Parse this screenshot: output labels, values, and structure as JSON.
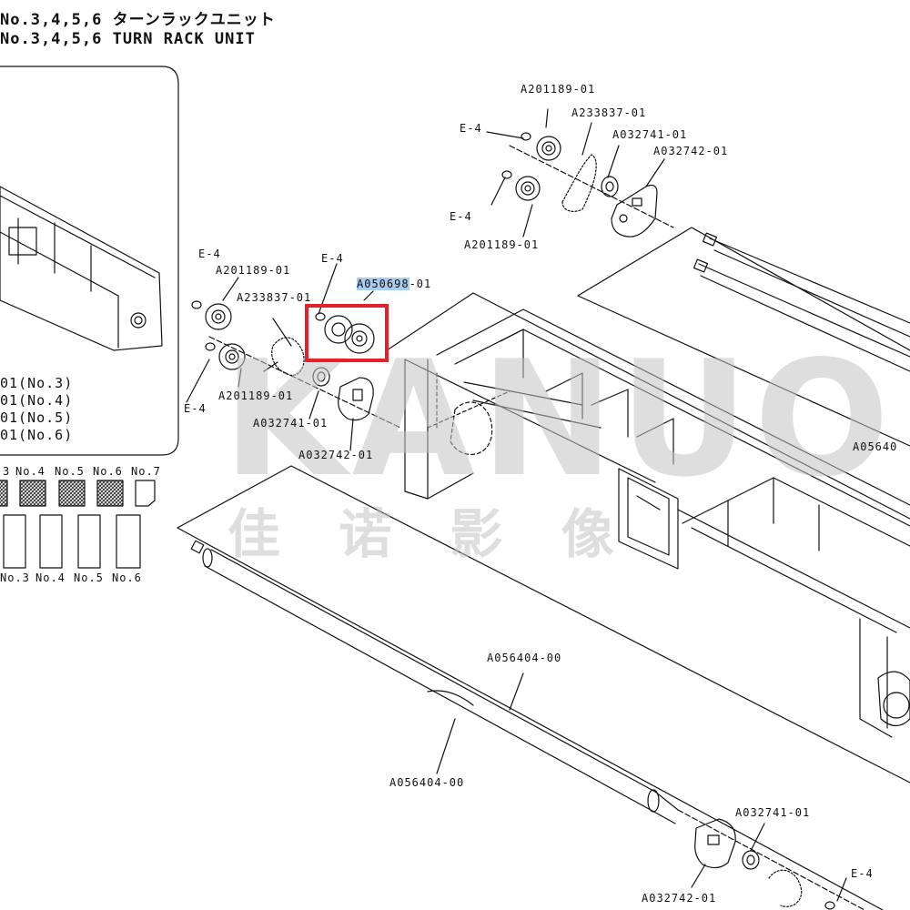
{
  "title": {
    "line1": "No.3,4,5,6 ターンラックユニット",
    "line2": "No.3,4,5,6 TURN RACK UNIT"
  },
  "highlight_color": "#a9cdf0",
  "selection_box_color": "#e5202a",
  "inset": {
    "variants": [
      "01(No.3)",
      "01(No.4)",
      "01(No.5)",
      "01(No.6)"
    ],
    "swatch_labels": [
      "3",
      "No.4",
      "No.5",
      "No.6",
      "No.7"
    ],
    "rack_labels": [
      "No.3",
      "No.4",
      "No.5",
      "No.6"
    ]
  },
  "parts": {
    "top_e4_a": "E-4",
    "top_a201189_a": "A201189-01",
    "top_a233837": "A233837-01",
    "top_a032741": "A032741-01",
    "top_a032742": "A032742-01",
    "top_e4_b": "E-4",
    "top_a201189_b": "A201189-01",
    "mid_e4_a": "E-4",
    "mid_a201189_a": "A201189-01",
    "mid_e4_c": "E-4",
    "mid_selected_code": "A050698",
    "mid_selected_suffix": "-01",
    "mid_a233837": "A233837-01",
    "mid_e4_b": "E-4",
    "mid_a201189_b": "A201189-01",
    "mid_a032741": "A032741-01",
    "mid_a032742": "A032742-01",
    "right_a056404": "A05640",
    "roller_a056404_a": "A056404-00",
    "roller_a056404_b": "A056404-00",
    "bottom_a032741": "A032741-01",
    "bottom_e4": "E-4",
    "bottom_a032742": "A032742-01"
  },
  "watermark": {
    "latin": "KANUO",
    "chinese": "佳 诺 影 像"
  }
}
